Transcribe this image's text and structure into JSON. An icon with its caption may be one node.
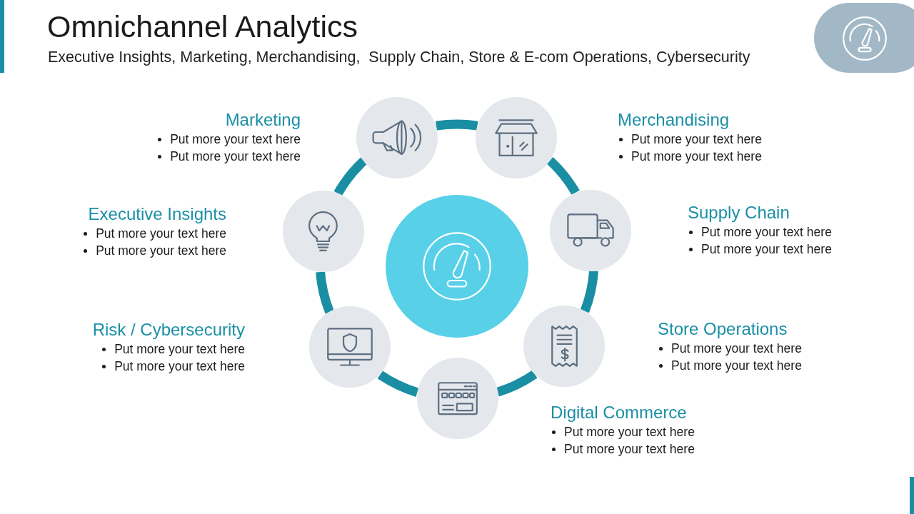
{
  "diagram": {
    "title": "Omnichannel Analytics",
    "nodes": [
      {
        "text": [],
        "shape": "circle"
      },
      {
        "text": [],
        "shape": "circle",
        "beside": [
          "Marketing",
          "Put more your text here",
          "Put more your text here"
        ]
      },
      {
        "text": [],
        "shape": "circle",
        "beside": [
          "Merchandising",
          "Put more your text here",
          "Put more your text here"
        ]
      },
      {
        "text": [],
        "shape": "circle",
        "beside": [
          "Supply Chain",
          "Put more your text here",
          "Put more your text here"
        ]
      },
      {
        "text": [],
        "shape": "circle",
        "beside": [
          "Store Operations",
          "Put more your text here",
          "Put more your text here"
        ]
      },
      {
        "text": [],
        "shape": "circle",
        "beside": [
          "Digital Commerce",
          "Put more your text here",
          "Put more your text here"
        ]
      },
      {
        "text": [],
        "shape": "circle",
        "beside": [
          "Risk / Cybersecurity",
          "Put more your text here",
          "Put more your text here"
        ]
      },
      {
        "text": [],
        "shape": "circle",
        "beside": [
          "Executive Insights",
          "Put more your text here",
          "Put more your text here"
        ]
      }
    ],
    "edges": [
      {
        "from": 1,
        "to": 2,
        "arrow": "none"
      },
      {
        "from": 2,
        "to": 3,
        "arrow": "none"
      },
      {
        "from": 3,
        "to": 4,
        "arrow": "none"
      },
      {
        "from": 4,
        "to": 5,
        "arrow": "none"
      },
      {
        "from": 5,
        "to": 6,
        "arrow": "none"
      },
      {
        "from": 6,
        "to": 7,
        "arrow": "none"
      },
      {
        "from": 7,
        "to": 1,
        "arrow": "none"
      }
    ],
    "labels": [
      "Executive Insights, Marketing, Merchandising,  Supply Chain, Store & E-com Operations, Cybersecurity"
    ]
  }
}
